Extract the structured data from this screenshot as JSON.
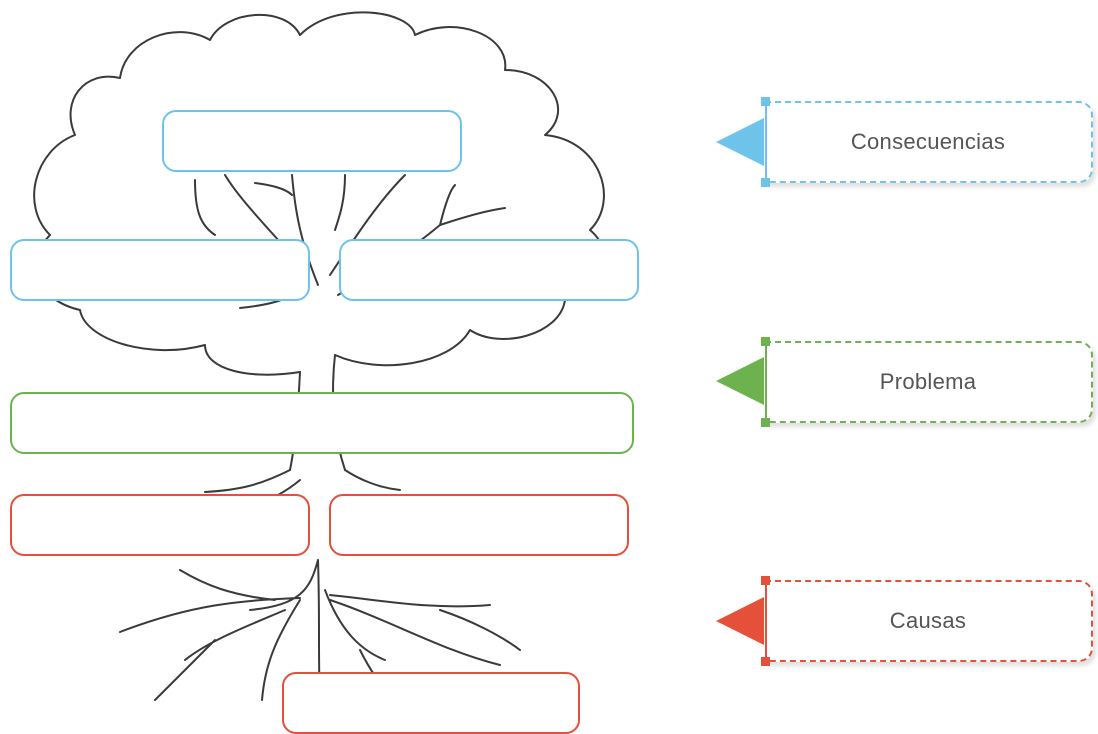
{
  "legend": {
    "consecuencias": "Consecuencias",
    "problema": "Problema",
    "causas": "Causas"
  },
  "colors": {
    "consecuencias": "#6ec3ea",
    "problema": "#6db24f",
    "causas": "#e5503b",
    "tree_outline": "#3a3a3a"
  },
  "boxes": {
    "consecuencias": [
      "",
      "",
      ""
    ],
    "problema": [
      ""
    ],
    "causas": [
      "",
      "",
      ""
    ]
  }
}
